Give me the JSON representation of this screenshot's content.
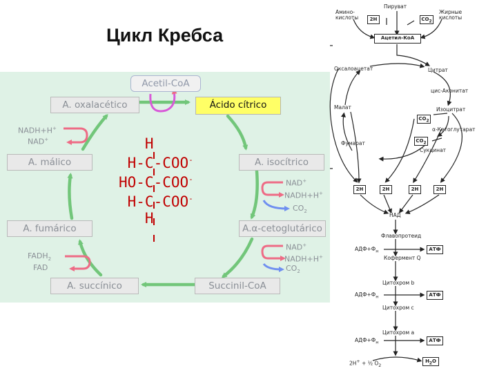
{
  "title": "Цикл Кребса",
  "cycle": {
    "acetyl": "Acetil-CoA",
    "oxalacetico": "A. oxalacético",
    "citrico": "Ácido cítrico",
    "isocitrico": "A. isocítrico",
    "cetoglutarico": "A.α-cetoglutárico",
    "succinil": "Succinil-CoA",
    "succinico": "A. succínico",
    "fumarico": "A. fumárico",
    "malico": "A. málico"
  },
  "cofactors": {
    "malico_top": "NADH+H",
    "malico_top_sup": "+",
    "malico_bottom": "NAD",
    "malico_bottom_sup": "+",
    "iso_nad": "NAD",
    "iso_nad_sup": "+",
    "iso_nadh": "NADH+H",
    "iso_nadh_sup": "+",
    "iso_co2": "CO",
    "iso_co2_sub": "2",
    "ceto_nad": "NAD",
    "ceto_nad_sup": "+",
    "ceto_nadh": "NADH+H",
    "ceto_nadh_sup": "+",
    "ceto_co2": "CO",
    "ceto_co2_sub": "2",
    "fadh": "FADH",
    "fadh_sub": "2",
    "fad": "FAD"
  },
  "formula": {
    "line1": "   H",
    "line2": " H-C-COO",
    "line3": "HO-C-COO",
    "line4": " H-C-COO",
    "line5": "   H",
    "minus": "-"
  },
  "right_diagram": {
    "piruvat": "Пируват",
    "amino1": "Амино-",
    "amino2": "кислоты",
    "fatty1": "Жирные",
    "fatty2": "кислоты",
    "h2": "2H",
    "co2": "CO",
    "co2_sub": "2",
    "acetyl_coa": "Ацетил-КоА",
    "oxaloacetat": "Оксалоацетат",
    "citrat": "Цитрат",
    "cis_aconitat": "цис-Аконитат",
    "malat": "Малат",
    "isocitrat": "Изоцитрат",
    "ketoglutarat": "α-Кетоглутарат",
    "fumarat": "Фумарат",
    "suktsinat": "Сукцинат",
    "nad": "НАД",
    "flavoprotein": "Флавопротеид",
    "adf1": "АДФ+Ф",
    "adf_sub": "н",
    "atf": "АТФ",
    "coenzyme_q": "Кофермент Q",
    "cyt_b": "Цитохром b",
    "cyt_c": "Цитохром c",
    "cyt_a": "Цитохром a",
    "final_left": "2H",
    "final_left_sup": "+",
    "final_left_tail": " + ½ O",
    "final_left_sub": "2",
    "h2o": "H",
    "h2o_sub": "2",
    "h2o_tail": "O"
  }
}
